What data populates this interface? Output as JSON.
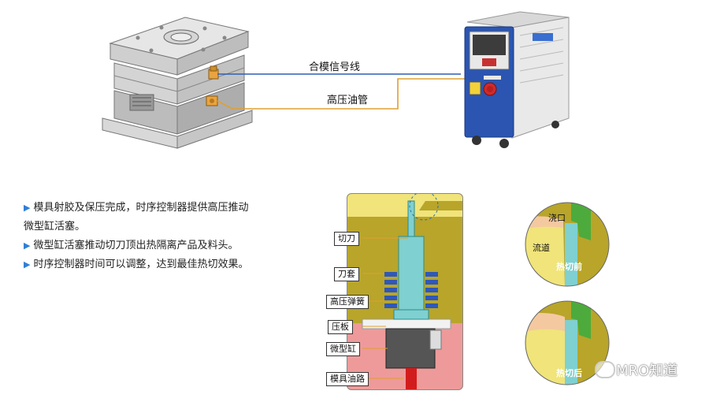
{
  "wires": {
    "signal_label": "合模信号线",
    "oil_label": "高压油管",
    "signal_color": "#2f5fb3",
    "oil_color": "#e0a030"
  },
  "bullets": [
    "模具射胶及保压完成，时序控制器提供高压推动",
    "微型缸活塞。",
    "微型缸活塞推动切刀顶出热隔离产品及料头。",
    "时序控制器时间可以调整，达到最佳热切效果。"
  ],
  "section": {
    "callouts": {
      "cutter": "切刀",
      "sleeve": "刀套",
      "spring": "高压弹簧",
      "plate": "压板",
      "cylinder": "微型缸",
      "oil_path": "模具油路"
    }
  },
  "circles": {
    "top": {
      "gate": "浇口",
      "runner": "流道",
      "state": "热切前"
    },
    "bottom": {
      "state": "热切后"
    }
  },
  "watermark": "MRO知道",
  "colors": {
    "mold_olive": "#b8a52a",
    "mold_yellow": "#f0e47a",
    "cutter_teal": "#7fd0d0",
    "spring_blue": "#2f58b8",
    "mold_pink": "#ee9a9a",
    "cylinder_gray": "#555555",
    "oil_red": "#d21c1c",
    "product_green": "#4cab3c",
    "skin_peach": "#f4c9a0",
    "controller_blue": "#2b55b0"
  }
}
